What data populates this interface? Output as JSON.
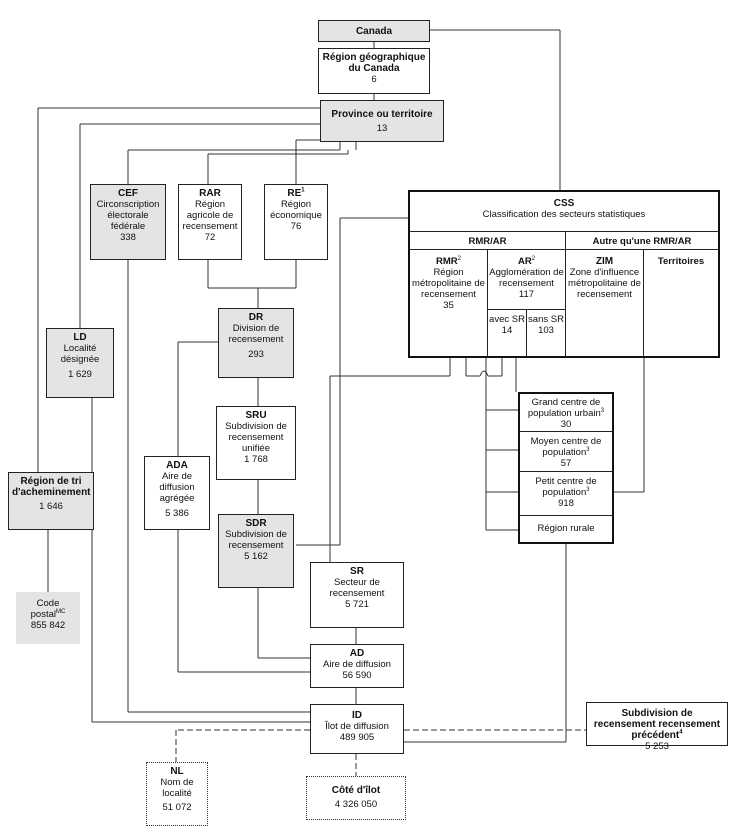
{
  "nodes": {
    "canada": {
      "title": "Canada"
    },
    "rgc": {
      "title": "Région géographique du Canada",
      "count": "6"
    },
    "pt": {
      "title": "Province ou territoire",
      "count": "13"
    },
    "cef": {
      "abbr": "CEF",
      "name": "Circonscription électorale fédérale",
      "count": "338"
    },
    "rar": {
      "abbr": "RAR",
      "name": "Région agricole de recensement",
      "count": "72"
    },
    "re": {
      "abbr": "RE",
      "sup": "1",
      "name": "Région économique",
      "count": "76"
    },
    "css": {
      "abbr": "CSS",
      "name": "Classification des secteurs statistiques",
      "group_left": "RMR/AR",
      "group_right": "Autre qu'une RMR/AR"
    },
    "rmr": {
      "abbr": "RMR",
      "sup": "2",
      "name": "Région métropolitaine de recensement",
      "count": "35"
    },
    "ar": {
      "abbr": "AR",
      "sup": "2",
      "name": "Agglomération de recensement",
      "count": "117",
      "avec_label": "avec SR",
      "avec_count": "14",
      "sans_label": "sans SR",
      "sans_count": "103"
    },
    "zim": {
      "abbr": "ZIM",
      "name": "Zone d'influence métropolitaine de recensement"
    },
    "territoires": {
      "title": "Territoires"
    },
    "ld": {
      "abbr": "LD",
      "name": "Localité désignée",
      "count": "1 629"
    },
    "dr": {
      "abbr": "DR",
      "name": "Division de recensement",
      "count": "293"
    },
    "sru": {
      "abbr": "SRU",
      "name": "Subdivision de recensement unifiée",
      "count": "1 768"
    },
    "ada": {
      "abbr": "ADA",
      "name": "Aire de diffusion agrégée",
      "count": "5 386"
    },
    "sdr": {
      "abbr": "SDR",
      "name": "Subdivision de recensement",
      "count": "5 162"
    },
    "rta": {
      "title": "Région de tri d'acheminement",
      "count": "1 646"
    },
    "cp": {
      "title": "Code postal",
      "sup": "MC",
      "count": "855 842"
    },
    "sr": {
      "abbr": "SR",
      "name": "Secteur de recensement",
      "count": "5 721"
    },
    "ad": {
      "abbr": "AD",
      "name": "Aire de diffusion",
      "count": "56 590"
    },
    "id": {
      "abbr": "ID",
      "name": "Îlot de diffusion",
      "count": "489 905"
    },
    "nl": {
      "abbr": "NL",
      "name": "Nom de localité",
      "count": "51 072"
    },
    "cote": {
      "title": "Côté d'îlot",
      "count": "4 326 050"
    },
    "sdrprev": {
      "title": "Subdivision de recensement recensement précédent",
      "sup": "4",
      "count": "5 253"
    },
    "gc": {
      "name": "Grand centre de population urbain",
      "sup": "3",
      "count": "30"
    },
    "mc": {
      "name": "Moyen centre de population",
      "sup": "3",
      "count": "57"
    },
    "pc": {
      "name": "Petit centre de population",
      "sup": "3",
      "count": "918"
    },
    "rr": {
      "name": "Région rurale"
    }
  }
}
